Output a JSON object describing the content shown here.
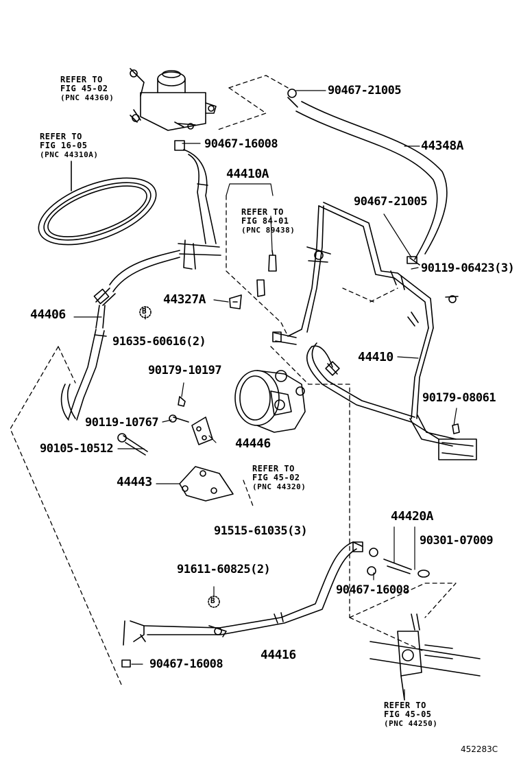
{
  "labels": {
    "p90467_21005_top": "90467-21005",
    "p44348A": "44348A",
    "p90467_16008_top": "90467-16008",
    "p44410A": "44410A",
    "p90467_21005_mid": "90467-21005",
    "p90119_06423": "90119-06423(3)",
    "p44327A": "44327A",
    "p44406": "44406",
    "p91635_60616": "91635-60616(2)",
    "p44410": "44410",
    "p90179_10197": "90179-10197",
    "p90179_08061": "90179-08061",
    "p90119_10767": "90119-10767",
    "p44446": "44446",
    "p90105_10512": "90105-10512",
    "p44443": "44443",
    "p44420A": "44420A",
    "p90301_07009": "90301-07009",
    "p91515_61035": "91515-61035(3)",
    "p91611_60825": "91611-60825(2)",
    "p90467_16008_mid": "90467-16008",
    "p44416": "44416",
    "p90467_16008_bot": "90467-16008",
    "marker_b1": "B",
    "marker_b2": "B"
  },
  "refs": {
    "reservoir": {
      "line1": "REFER TO",
      "line2": "FIG 45-02",
      "line3": "(PNC 44360)"
    },
    "belt": {
      "line1": "REFER TO",
      "line2": "FIG 16-05",
      "line3": "(PNC 44310A)"
    },
    "sensor": {
      "line1": "REFER TO",
      "line2": "FIG 84-01",
      "line3": "(PNC 89438)"
    },
    "pump": {
      "line1": "REFER TO",
      "line2": "FIG 45-02",
      "line3": "(PNC 44320)"
    },
    "gear": {
      "line1": "REFER TO",
      "line2": "FIG 45-05",
      "line3": "(PNC 44250)"
    }
  },
  "figure_code": "452283C"
}
